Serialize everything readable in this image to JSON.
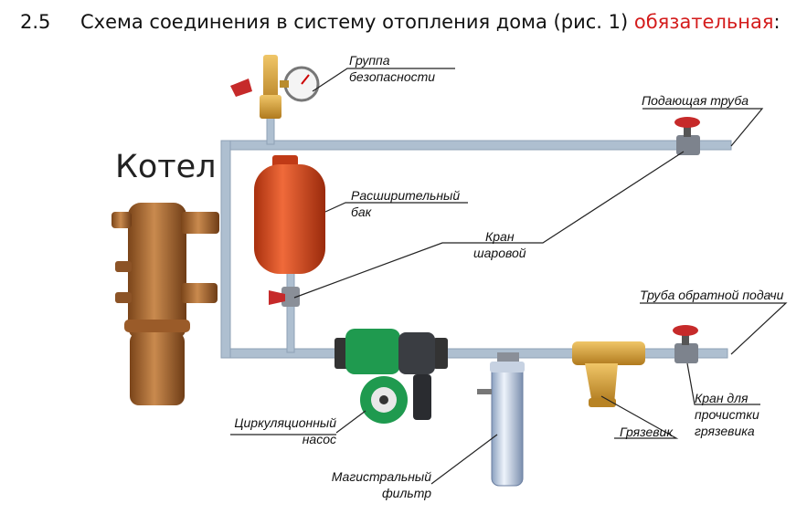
{
  "heading": {
    "number": "2.5",
    "text": "Схема соединения в систему отопления дома (рис. 1) ",
    "required": "обязательная",
    "colon": ":"
  },
  "boiler": {
    "title": "Котел"
  },
  "labels": {
    "safety_group": [
      "Группа",
      "безопасности"
    ],
    "supply_pipe": "Подающая труба",
    "expansion_tank": [
      "Расширительный",
      "бак"
    ],
    "ball_valve": [
      "Кран",
      "шаровой"
    ],
    "return_pipe": "Труба обратной подачи",
    "circulation_pump": [
      "Циркуляционный",
      "насос"
    ],
    "main_filter": [
      "Магистральный",
      "фильтр"
    ],
    "mud_trap": "Грязевик",
    "mud_trap_valve": [
      "Кран для",
      "прочистки",
      "грязевика"
    ]
  },
  "colors": {
    "pipe": "#aebfd0",
    "boiler": "#b8733a",
    "tank": "#e04a1c",
    "pump": "#1f9a4f",
    "mud_trap": "#d9a733",
    "valve_handle": "#c62a2a",
    "required_text": "#d41c1c"
  }
}
